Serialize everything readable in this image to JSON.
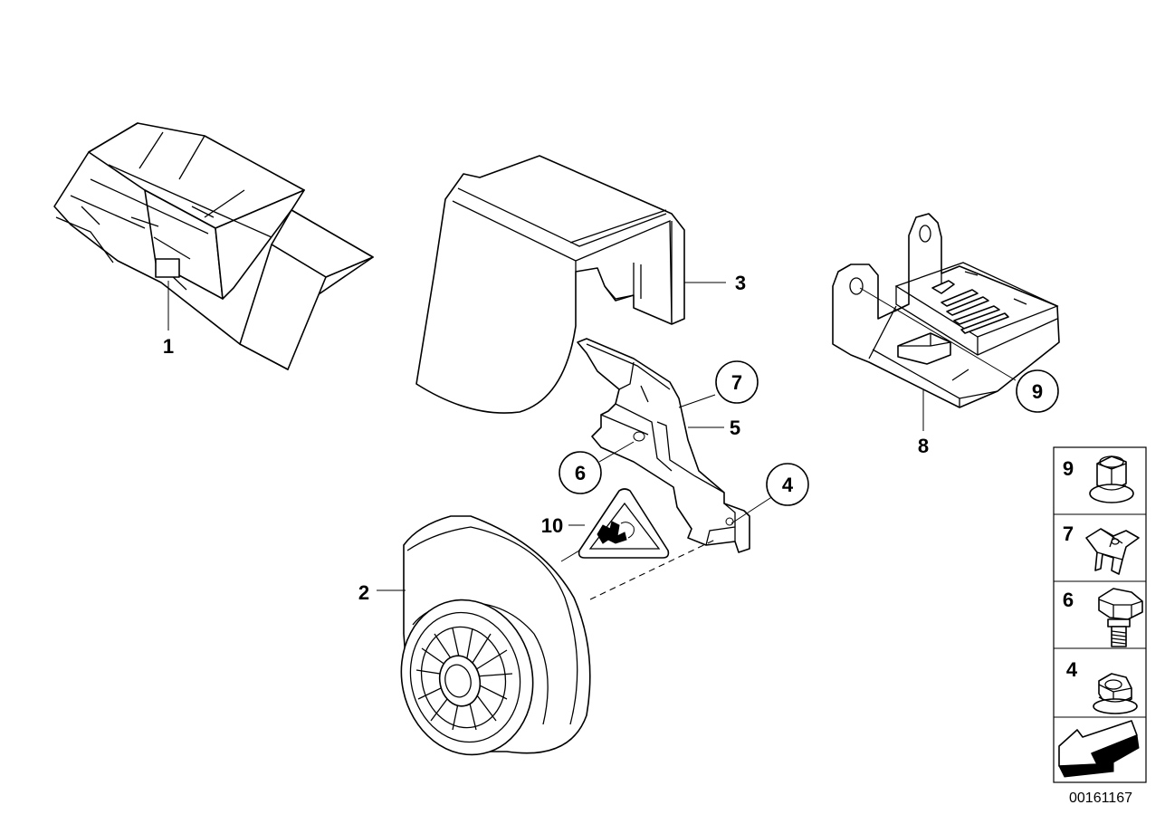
{
  "diagram": {
    "callouts": {
      "c1": "1",
      "c2": "2",
      "c3": "3",
      "c4": "4",
      "c5": "5",
      "c6": "6",
      "c7": "7",
      "c8": "8",
      "c9": "9",
      "c10": "10"
    },
    "legend": {
      "items": [
        "9",
        "7",
        "6",
        "4"
      ]
    },
    "document_number": "00161167"
  }
}
